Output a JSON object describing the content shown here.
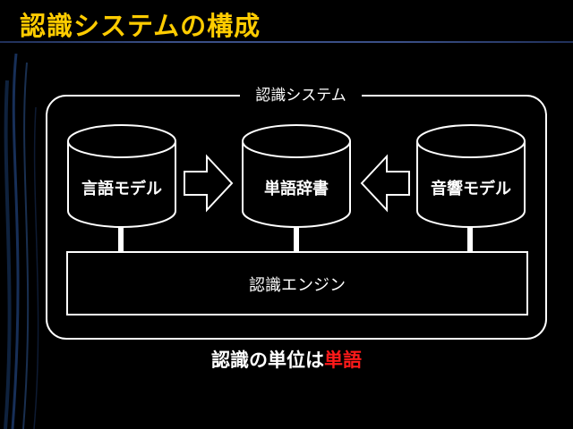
{
  "title": "認識システムの構成",
  "diagram": {
    "system_label": "認識システム",
    "language_model": "言語モデル",
    "word_dictionary": "単語辞書",
    "acoustic_model": "音響モデル",
    "engine": "認識エンジン"
  },
  "caption": {
    "prefix": "認識の単位は",
    "highlight": "単語",
    "highlight_color": "#ff1a1a"
  },
  "colors": {
    "title": "#ffcc00",
    "background": "#000000",
    "line": "#ffffff"
  }
}
